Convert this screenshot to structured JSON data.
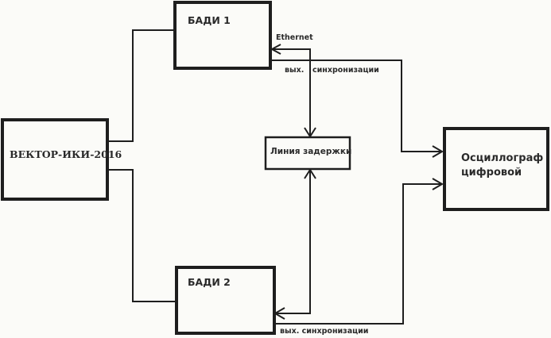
{
  "blocks": {
    "vector": "ВЕКТОР-ИКИ-2016",
    "badi1": "БАДИ 1",
    "badi2": "БАДИ 2",
    "delay_line": "Линия задержки",
    "oscilloscope_line1": "Осциллограф",
    "oscilloscope_line2": "цифровой"
  },
  "labels": {
    "ethernet": "Ethernet",
    "sync_out_1_a": "вых.",
    "sync_out_1_b": "синхронизации",
    "sync_out_2": "вых. синхронизации"
  },
  "colors": {
    "line": "#1e1e1e",
    "background": "#fbfbf8"
  }
}
